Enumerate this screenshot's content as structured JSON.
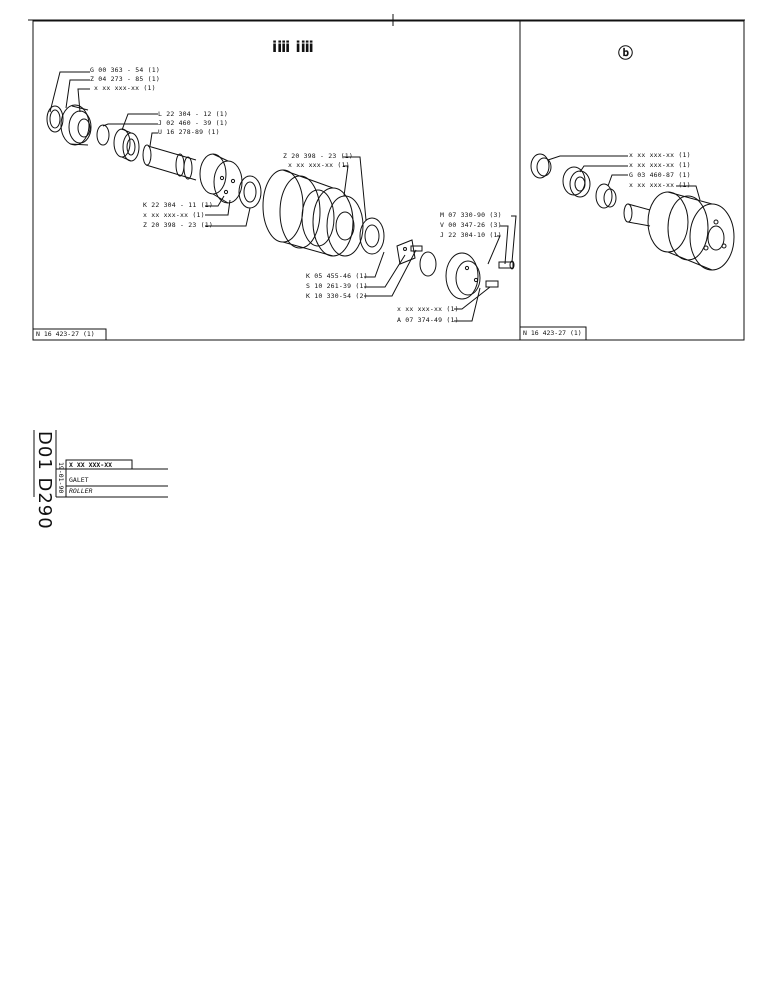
{
  "header": {
    "left_panel_code": "ⅰⅲ ⅰⅲ",
    "right_panel_code": "ⓑ"
  },
  "left_panel": {
    "labels_top_left": [
      "G 00 363 - 54 (1)",
      "Z 04 273 - 85 (1)",
      "x xx xxx-xx (1)"
    ],
    "labels_mid_left": [
      "L 22 304 - 12 (1)",
      "J 02 460 - 39 (1)",
      "U 16 278-89 (1)"
    ],
    "labels_lower_left": [
      "K 22 304 - 11 (1)",
      "x xx xxx-xx (1)",
      "Z 20 398 - 23 (1)"
    ],
    "labels_center": [
      "Z 20 398 - 23 (1)",
      "x xx xxx-xx (1)"
    ],
    "labels_bottom_center": [
      "K 05 455-46 (1)",
      "S 10 261-39 (1)",
      "K 10 330-54 (2)"
    ],
    "labels_right": [
      "M 07 330-90 (3)",
      "V 00 347-26 (3)",
      "J 22 304-10 (1)"
    ],
    "labels_bottom_right": [
      "x xx xxx-xx (1)",
      "A 07 374-49 (1)"
    ],
    "ref_box": "N 16 423-27 (1)"
  },
  "right_panel": {
    "labels": [
      "x xx xxx-xx (1)",
      "x xx xxx-xx (1)",
      "G 03 460-87 (1)",
      "x xx xxx-xx (1)"
    ],
    "ref_box": "N 16 423-27 (1)"
  },
  "title_block": {
    "side_code": "D01 D290",
    "date": "19-01-90",
    "part_number": "X XX XXX-XX",
    "name_fr": "GALET",
    "name_en": "ROLLER"
  }
}
